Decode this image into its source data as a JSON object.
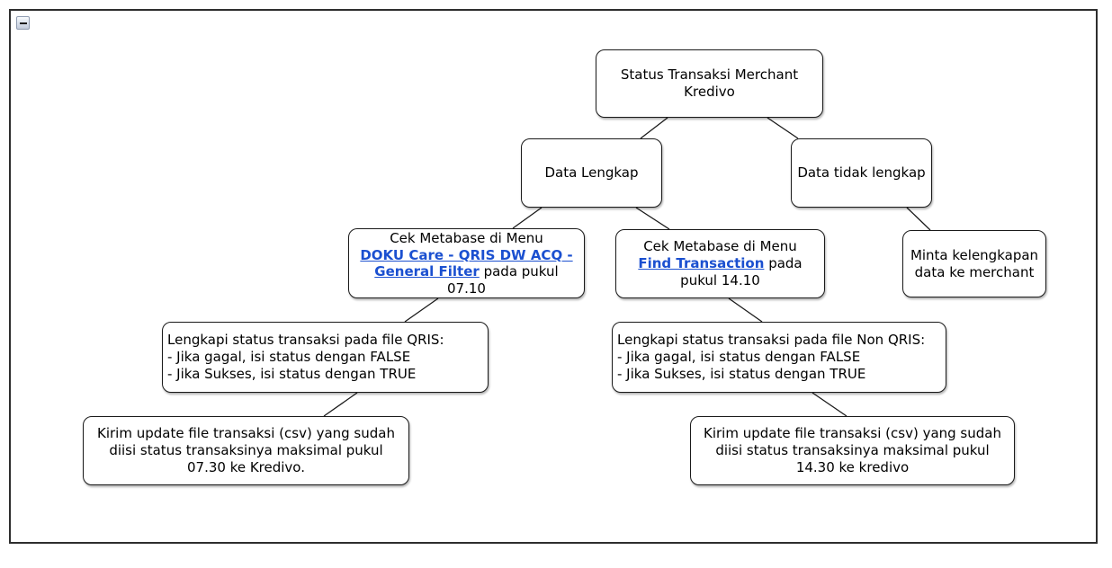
{
  "window": {
    "collapse_icon": "minus"
  },
  "colors": {
    "link": "#1b50d0",
    "node_border": "#1a1a1a",
    "node_background": "#ffffff",
    "canvas_border": "#2e2e2e",
    "edge": "#1a1a1a"
  },
  "diagram": {
    "root": {
      "lines": [
        "Status Transaksi Merchant",
        "Kredivo"
      ]
    },
    "data_lengkap": {
      "label": "Data Lengkap"
    },
    "data_tidak_lengkap": {
      "label": "Data tidak lengkap"
    },
    "cek_metabase_qris": {
      "line1": "Cek Metabase di Menu",
      "link_line": "DOKU Care - QRIS DW ACQ -",
      "link_cont": "General Filter",
      "after_link": "pada pukul",
      "time": "07.10"
    },
    "cek_metabase_find": {
      "line1": "Cek Metabase di Menu",
      "link": "Find Transaction",
      "after_link": "pada",
      "line3": "pukul 14.10"
    },
    "minta_kelengkapan": {
      "lines": [
        "Minta kelengkapan",
        "data ke merchant"
      ]
    },
    "lengkapi_qris": {
      "lines": [
        "Lengkapi status transaksi pada file QRIS:",
        "- Jika gagal, isi status dengan FALSE",
        "- Jika Sukses, isi status dengan TRUE"
      ]
    },
    "lengkapi_non_qris": {
      "lines": [
        "Lengkapi status transaksi pada file Non QRIS:",
        "- Jika gagal, isi status dengan FALSE",
        "- Jika Sukses, isi status dengan TRUE"
      ]
    },
    "kirim_qris": {
      "lines": [
        "Kirim update file transaksi (csv) yang sudah",
        "diisi status transaksinya maksimal pukul",
        "07.30 ke Kredivo."
      ]
    },
    "kirim_non_qris": {
      "lines": [
        "Kirim update file transaksi (csv) yang sudah",
        "diisi status transaksinya maksimal pukul",
        "14.30 ke kredivo"
      ]
    }
  }
}
